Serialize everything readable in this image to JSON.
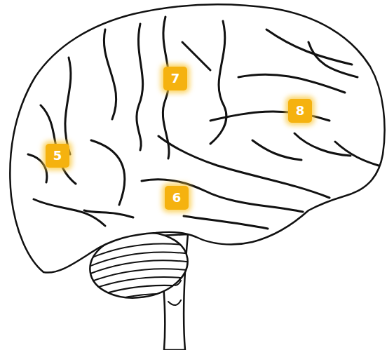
{
  "diagram": {
    "nodes": [
      {
        "text": [
          "7"
        ]
      },
      {
        "text": [
          "8"
        ]
      },
      {
        "text": [
          "5"
        ]
      },
      {
        "text": [
          "6"
        ]
      }
    ]
  }
}
